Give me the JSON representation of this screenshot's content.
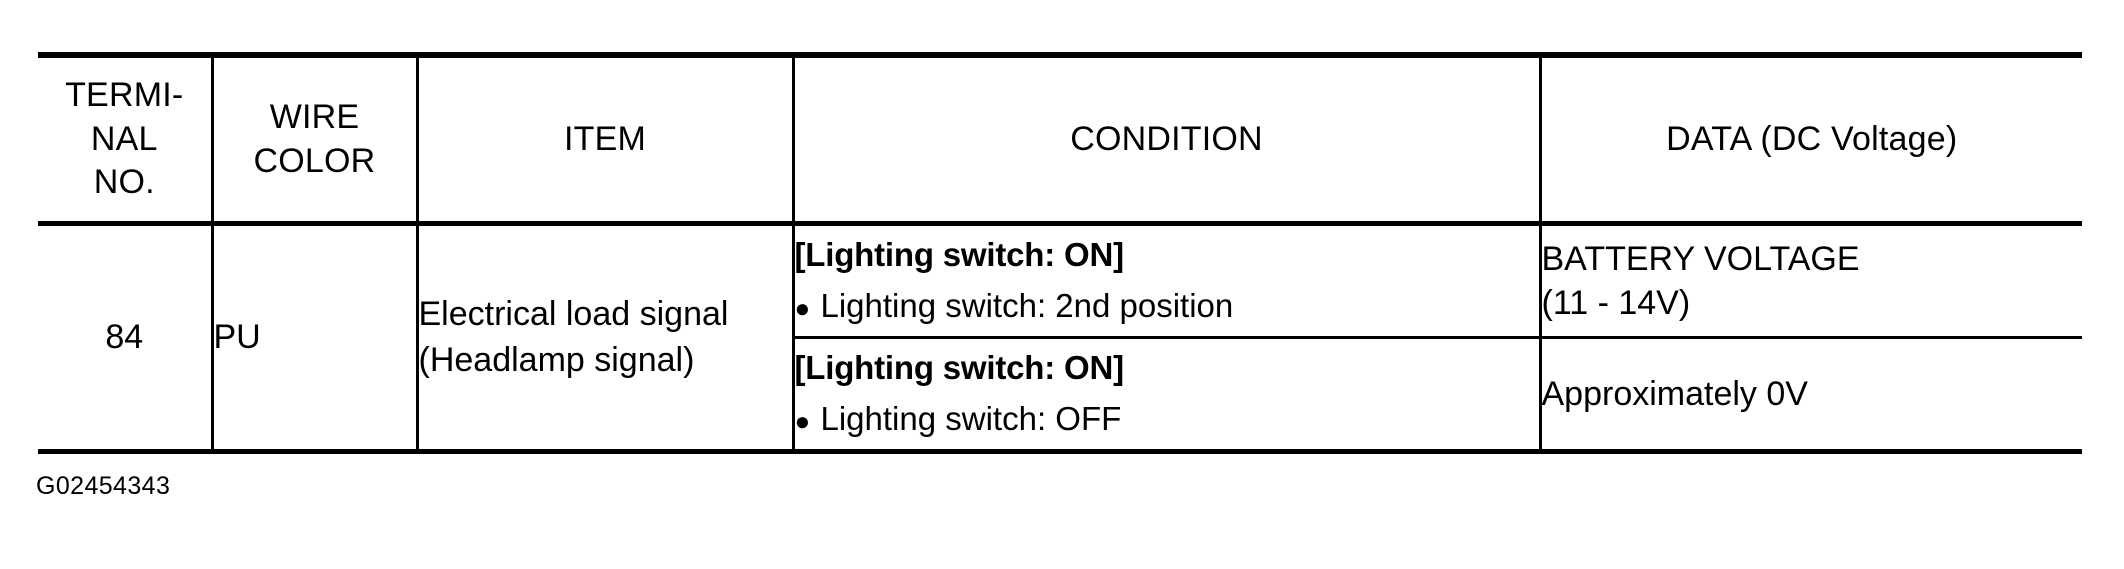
{
  "table": {
    "headers": [
      {
        "id": "terminal-no",
        "lines": [
          "TERMI-",
          "NAL",
          "NO."
        ]
      },
      {
        "id": "wire-color",
        "lines": [
          "WIRE",
          "COLOR"
        ]
      },
      {
        "id": "item",
        "lines": [
          "ITEM"
        ]
      },
      {
        "id": "condition",
        "lines": [
          "CONDITION"
        ]
      },
      {
        "id": "data",
        "lines": [
          "DATA (DC Voltage)"
        ]
      }
    ],
    "rows": [
      {
        "terminal_no": "84",
        "wire_color": "PU",
        "item_lines": [
          "Electrical load signal",
          "(Headlamp signal)"
        ],
        "subrows": [
          {
            "condition_title": "[Lighting switch: ON]",
            "condition_bullet_marker": "●",
            "condition_bullet": "Lighting switch: 2nd position",
            "data_lines": [
              "BATTERY VOLTAGE",
              "(11 - 14V)"
            ]
          },
          {
            "condition_title": "[Lighting switch: ON]",
            "condition_bullet_marker": "●",
            "condition_bullet": "Lighting switch: OFF",
            "data_lines": [
              "Approximately 0V"
            ]
          }
        ]
      }
    ]
  },
  "caption": {
    "figure_id": "G02454343"
  },
  "colors": {
    "ink": "#000000",
    "page": "#ffffff"
  }
}
